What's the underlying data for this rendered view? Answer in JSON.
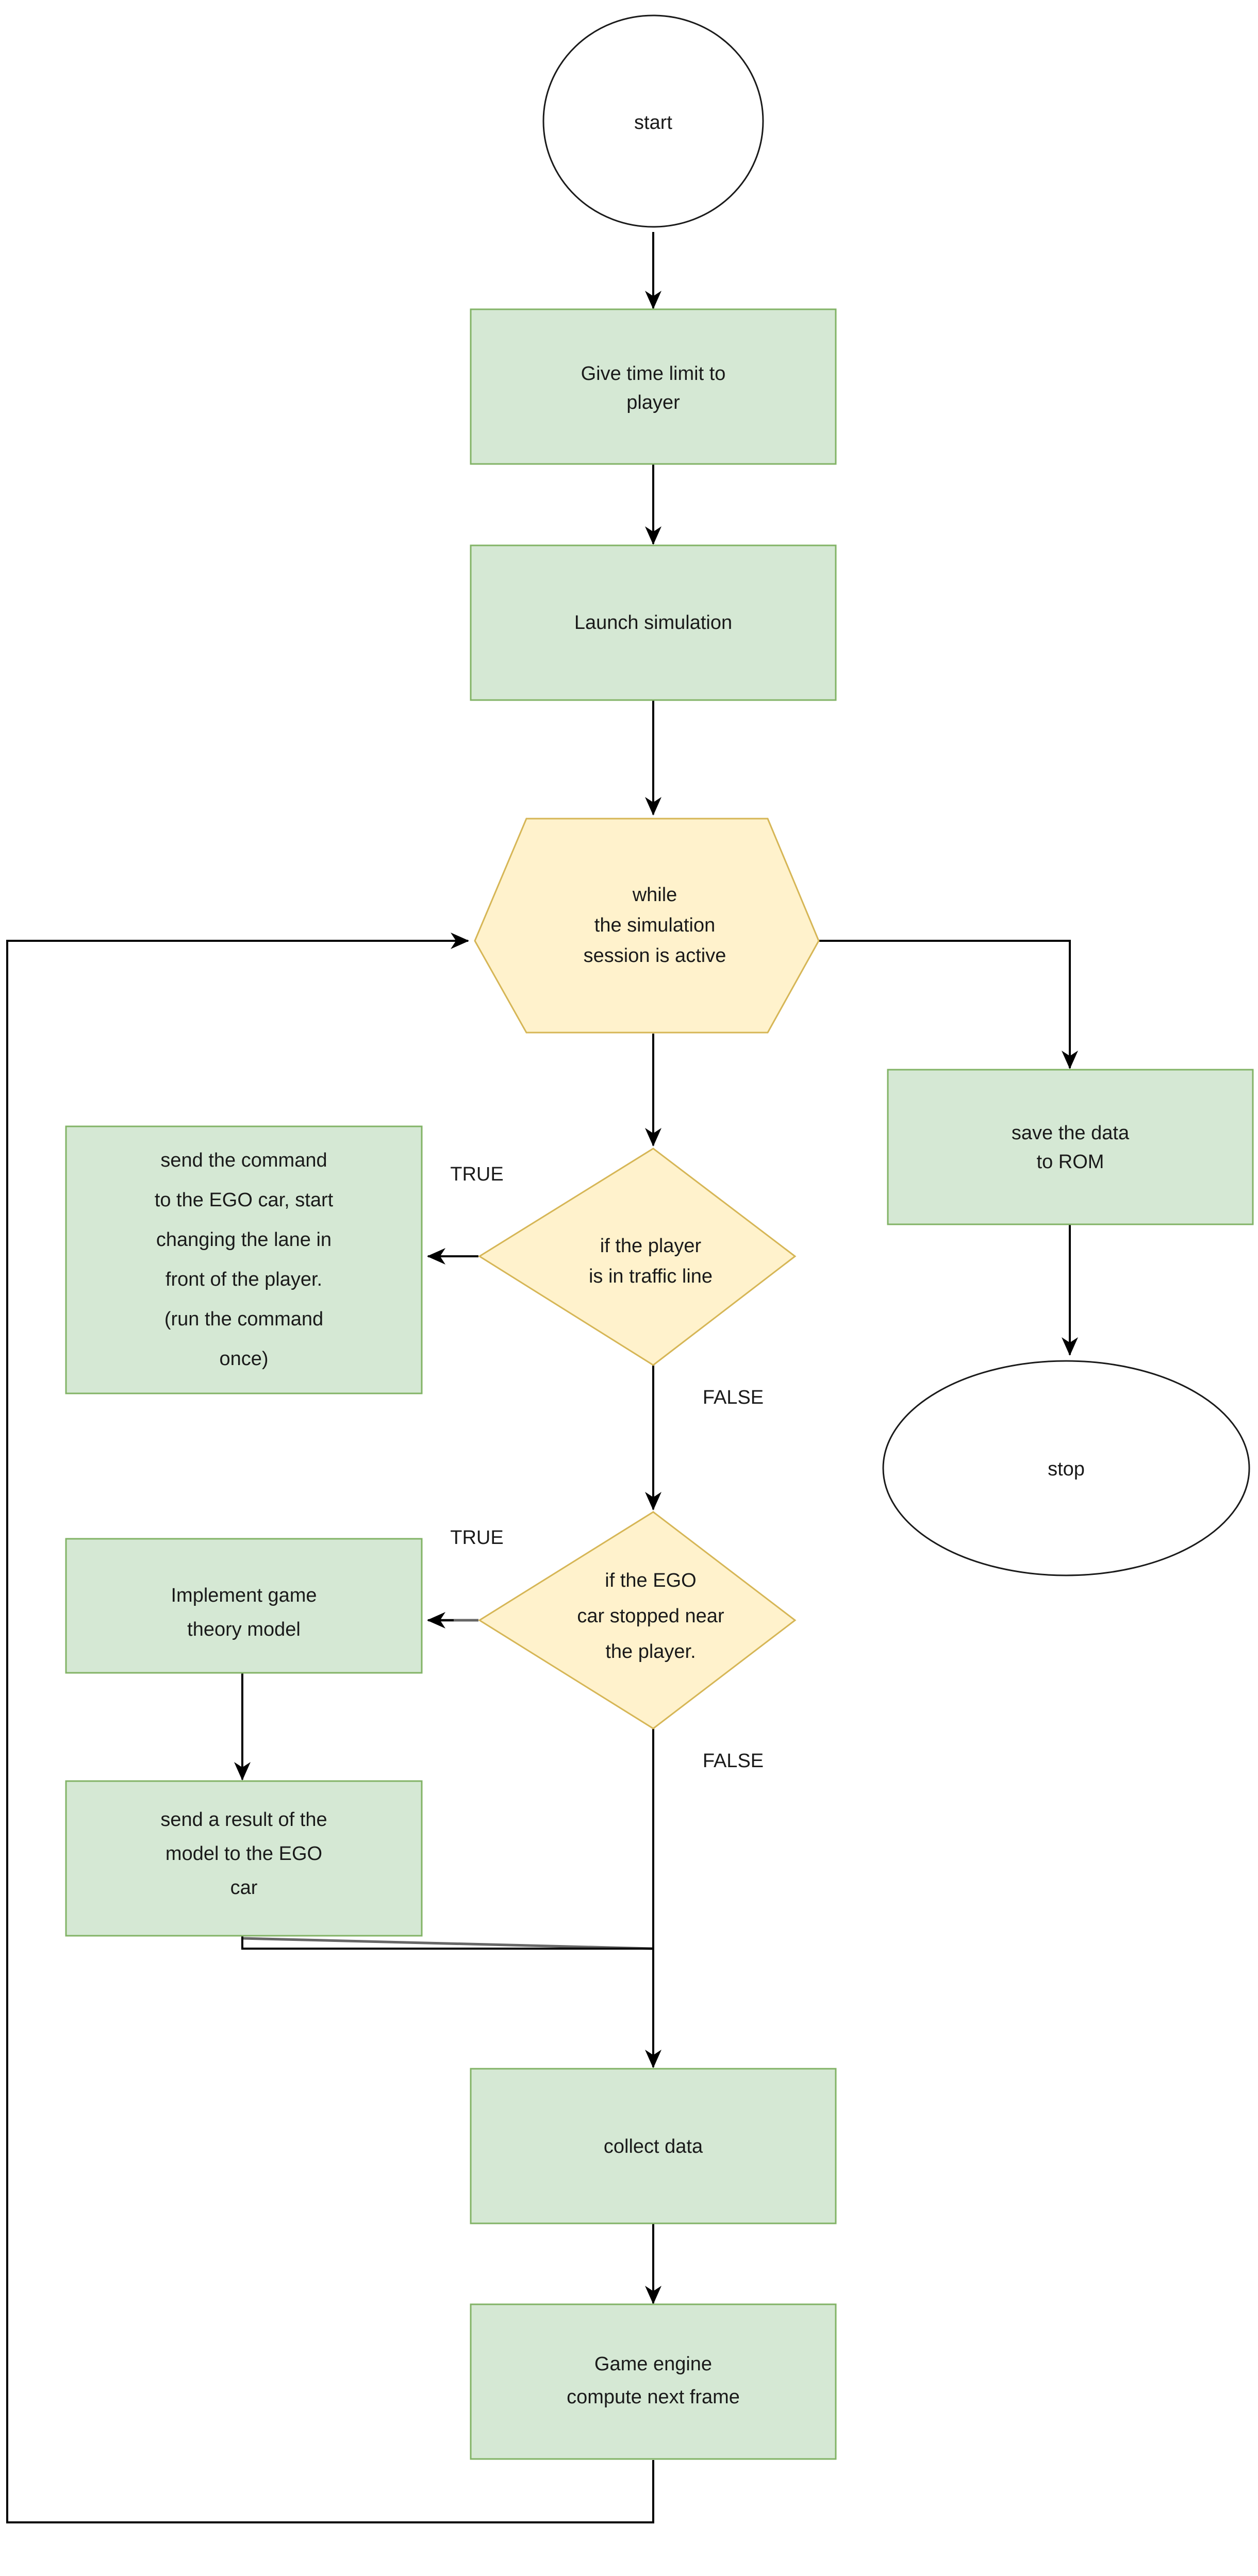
{
  "diagram": {
    "type": "flowchart",
    "title": "",
    "background_color": "#ffffff",
    "palette": {
      "process_fill": "#d5e8d4",
      "process_stroke": "#82b366",
      "decision_fill": "#fff2cc",
      "decision_stroke": "#d6b656",
      "terminal_fill": "#ffffff",
      "terminal_stroke": "#1a1a1a",
      "edge_color": "#000000",
      "edge_color_alt": "#666666",
      "text_color": "#1a1a1a"
    }
  },
  "nodes": {
    "start": {
      "label": "start",
      "shape": "ellipse"
    },
    "give_time_limit": {
      "label_line1": "Give time limit to",
      "label_line2": "player",
      "shape": "process"
    },
    "launch_simulation": {
      "label": "Launch simulation",
      "shape": "process"
    },
    "while_loop": {
      "label_line1": "while",
      "label_line2": "the simulation",
      "label_line3": "session is active",
      "shape": "hexagon"
    },
    "save_data": {
      "label_line1": "save the data",
      "label_line2": "to ROM",
      "shape": "process"
    },
    "stop": {
      "label": "stop",
      "shape": "ellipse"
    },
    "decision_traffic_line": {
      "label_line1": "if the player",
      "label_line2": "is in traffic line",
      "shape": "diamond"
    },
    "send_command": {
      "label_line1": "send the command",
      "label_line2": "to the EGO car, start",
      "label_line3": "changing the lane in",
      "label_line4": "front of the player.",
      "label_line5": "(run the command",
      "label_line6": "once)",
      "shape": "process"
    },
    "decision_ego_stopped": {
      "label_line1": "if the EGO",
      "label_line2": "car stopped near",
      "label_line3": "the player.",
      "shape": "diamond"
    },
    "implement_model": {
      "label_line1": "Implement game",
      "label_line2": "theory model",
      "shape": "process"
    },
    "send_result": {
      "label_line1": "send a result of the",
      "label_line2": "model to the EGO",
      "label_line3": "car",
      "shape": "process"
    },
    "collect_data": {
      "label": "collect data",
      "shape": "process"
    },
    "game_engine": {
      "label_line1": "Game engine",
      "label_line2": "compute next frame",
      "shape": "process"
    }
  },
  "edge_labels": {
    "traffic_true": "TRUE",
    "traffic_false": "FALSE",
    "ego_true": "TRUE",
    "ego_false": "FALSE"
  },
  "edges": [
    {
      "from": "start",
      "to": "give_time_limit",
      "label": ""
    },
    {
      "from": "give_time_limit",
      "to": "launch_simulation",
      "label": ""
    },
    {
      "from": "launch_simulation",
      "to": "while_loop",
      "label": ""
    },
    {
      "from": "while_loop",
      "to": "save_data",
      "label": ""
    },
    {
      "from": "save_data",
      "to": "stop",
      "label": ""
    },
    {
      "from": "while_loop",
      "to": "decision_traffic_line",
      "label": ""
    },
    {
      "from": "decision_traffic_line",
      "to": "send_command",
      "label": "TRUE"
    },
    {
      "from": "decision_traffic_line",
      "to": "decision_ego_stopped",
      "label": "FALSE"
    },
    {
      "from": "decision_ego_stopped",
      "to": "implement_model",
      "label": "TRUE"
    },
    {
      "from": "implement_model",
      "to": "send_result",
      "label": ""
    },
    {
      "from": "send_result",
      "to": "collect_data",
      "label": ""
    },
    {
      "from": "decision_ego_stopped",
      "to": "collect_data",
      "label": "FALSE"
    },
    {
      "from": "collect_data",
      "to": "game_engine",
      "label": ""
    },
    {
      "from": "game_engine",
      "to": "while_loop",
      "label": ""
    }
  ]
}
